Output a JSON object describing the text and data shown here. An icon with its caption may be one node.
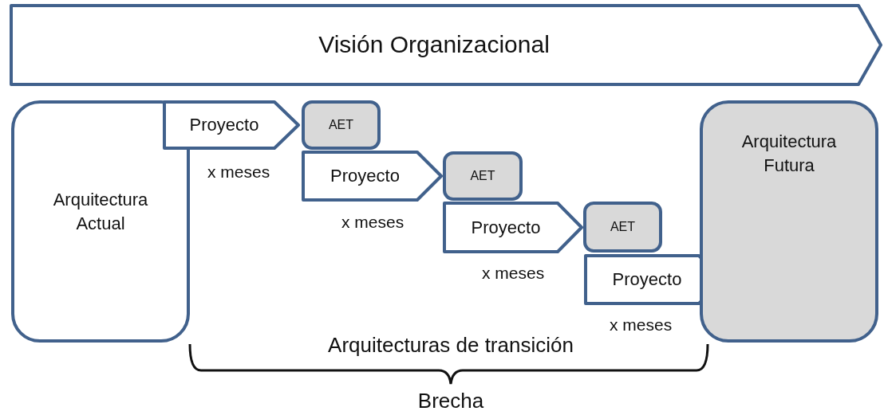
{
  "diagram": {
    "nodes": [
      {
        "text": [
          "Visión Organizacional"
        ]
      },
      {
        "text": [
          "Arquitectura Actual"
        ]
      },
      {
        "text": [
          "Proyecto"
        ],
        "beside": [
          "x meses"
        ]
      },
      {
        "text": [
          "AET"
        ]
      },
      {
        "text": [
          "Proyecto"
        ],
        "beside": [
          "x meses"
        ]
      },
      {
        "text": [
          "AET"
        ]
      },
      {
        "text": [
          "Proyecto"
        ],
        "beside": [
          "x meses"
        ]
      },
      {
        "text": [
          "AET"
        ]
      },
      {
        "text": [
          "Proyecto"
        ],
        "beside": [
          "x meses"
        ]
      },
      {
        "text": [
          "Arquitectura Futura"
        ]
      }
    ],
    "labels": [
      "Arquitecturas de transición",
      "Brecha"
    ]
  }
}
